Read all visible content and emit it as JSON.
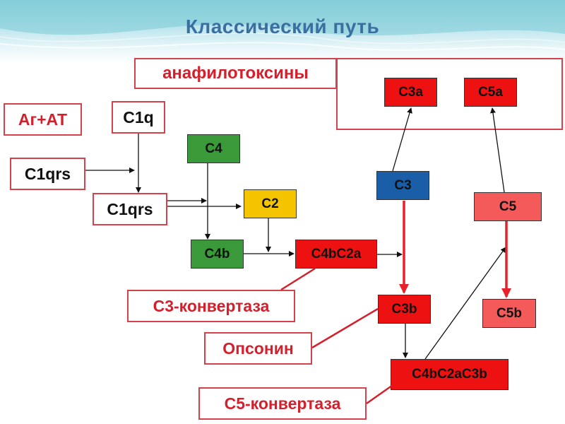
{
  "title": "Классический путь",
  "labels": {
    "anaphylatoxins": "анафилотоксины",
    "ag_at": "Аг+АТ",
    "c1q": "C1q",
    "c1qrs_top": "C1qrs",
    "c1qrs_mid": "C1qrs",
    "c4": "C4",
    "c2": "C2",
    "c4b": "C4b",
    "c4bc2a": "C4bC2a",
    "c3": "C3",
    "c3a": "C3a",
    "c5a": "C5a",
    "c5": "C5",
    "c3b": "C3b",
    "c5b": "C5b",
    "c4bc2ac3b": "C4bC2aC3b",
    "c3_convertase": "С3-конвертаза",
    "opsonin": "Опсонин",
    "c5_convertase": "С5-конвертаза"
  },
  "colors": {
    "title": "#3a6fa0",
    "outline_red": "#d4424c",
    "label_red": "#d4202c",
    "node_red": "#ee1111",
    "node_pink": "#f55a5a",
    "node_green": "#3a9a3a",
    "node_yellow": "#f5c400",
    "node_blue": "#1a5ea8",
    "arrow_red": "#e8202a"
  }
}
